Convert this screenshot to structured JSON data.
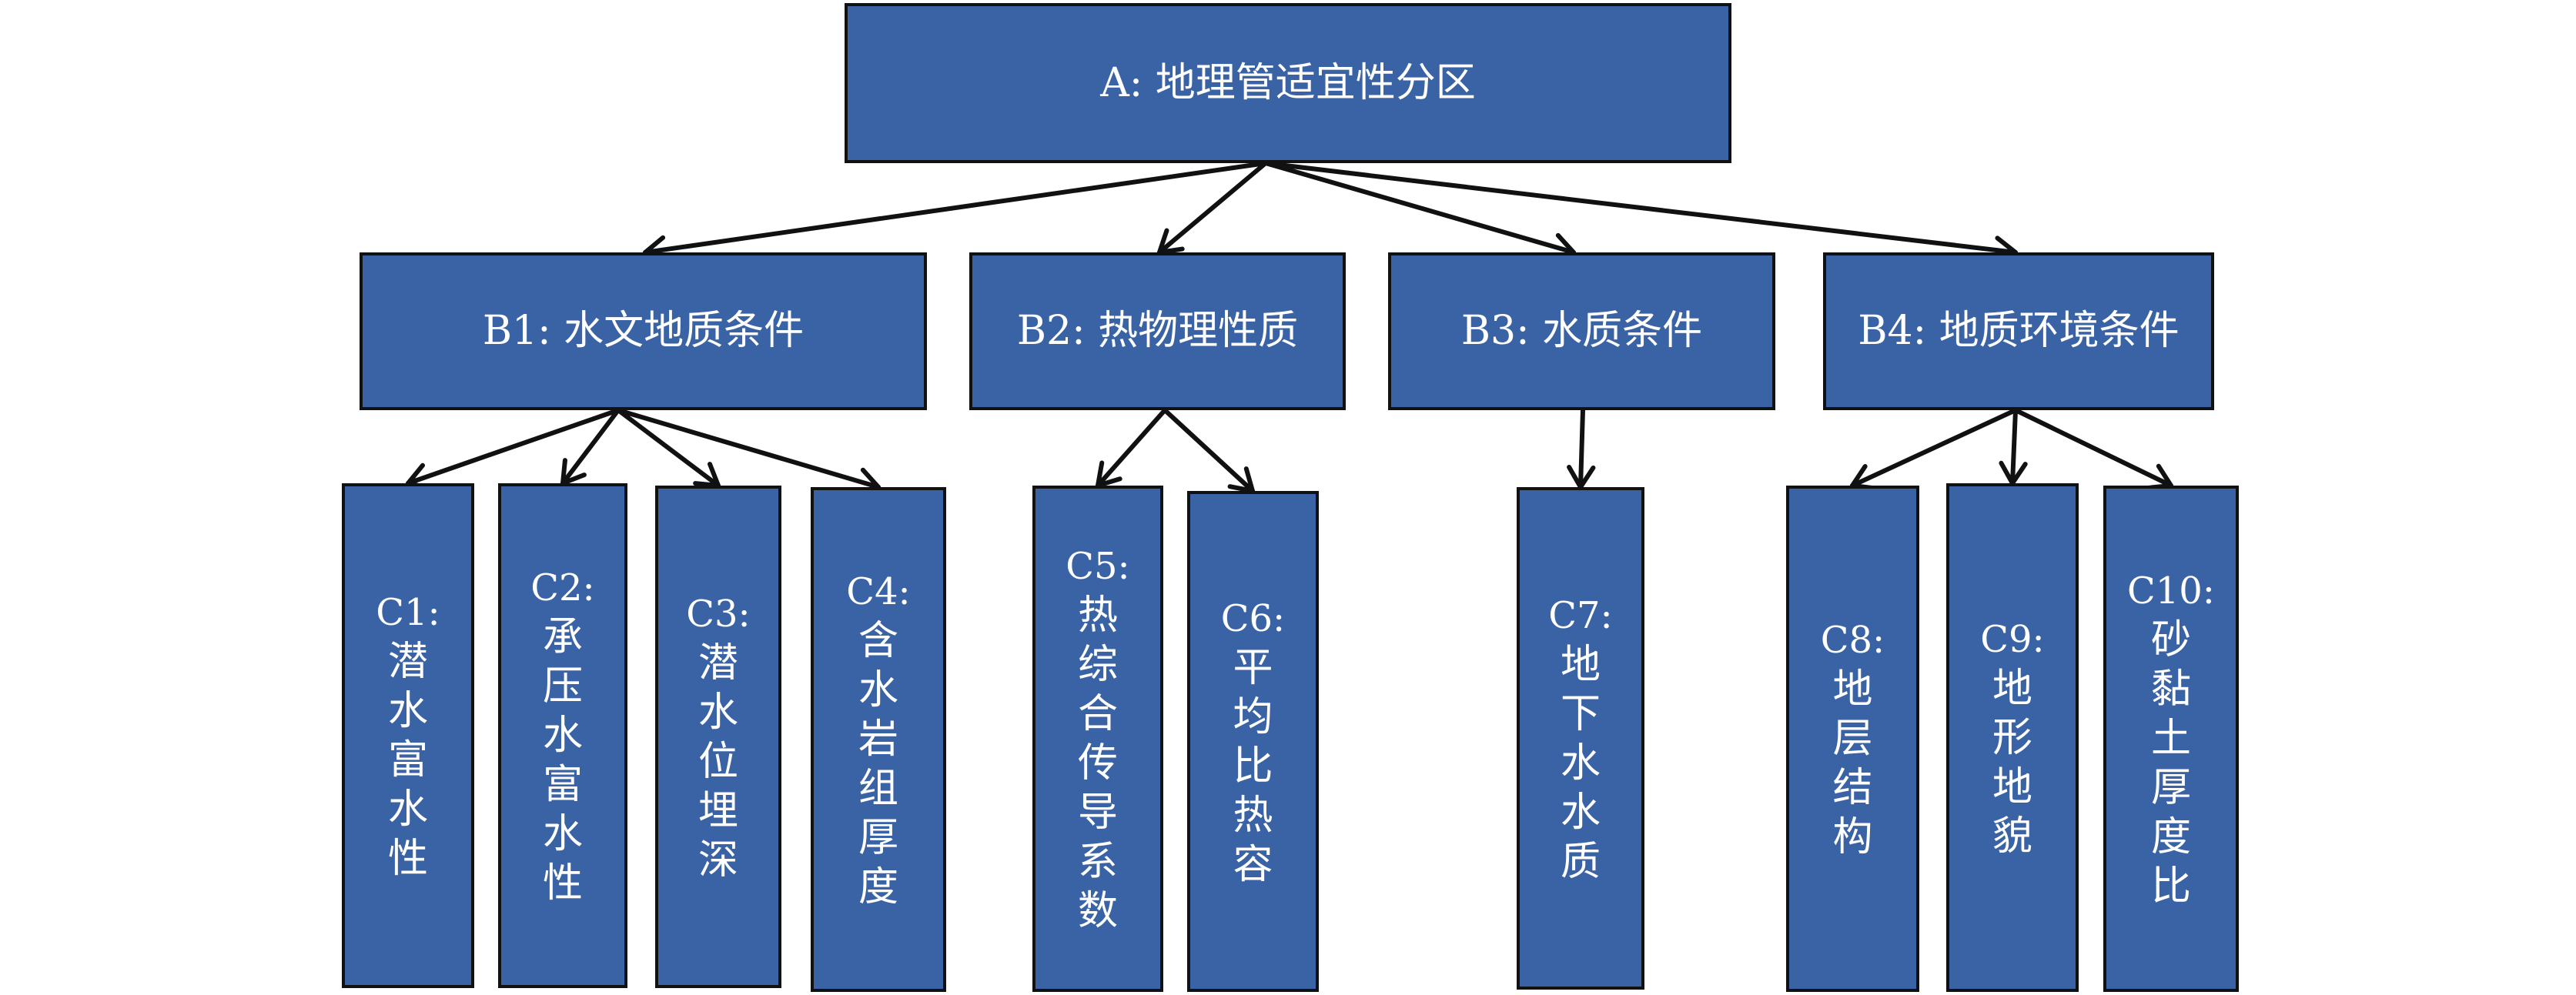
{
  "root": {
    "code": "A",
    "label": "A: 地理管适宜性分区"
  },
  "criteria": [
    {
      "code": "B1",
      "label": "B1: 水文地质条件"
    },
    {
      "code": "B2",
      "label": "B2: 热物理性质"
    },
    {
      "code": "B3",
      "label": "B3: 水质条件"
    },
    {
      "code": "B4",
      "label": "B4: 地质环境条件"
    }
  ],
  "indicators": [
    {
      "code": "C1:",
      "label": "潜水富水性",
      "parent": "B1"
    },
    {
      "code": "C2:",
      "label": "承压水富水性",
      "parent": "B1"
    },
    {
      "code": "C3:",
      "label": "潜水位埋深",
      "parent": "B1"
    },
    {
      "code": "C4:",
      "label": "含水岩组厚度",
      "parent": "B1"
    },
    {
      "code": "C5:",
      "label": "热综合传导系数",
      "parent": "B2"
    },
    {
      "code": "C6:",
      "label": "平均比热容",
      "parent": "B2"
    },
    {
      "code": "C7:",
      "label": "地下水水质",
      "parent": "B3"
    },
    {
      "code": "C8:",
      "label": "地层结构",
      "parent": "B4"
    },
    {
      "code": "C9:",
      "label": "地形地貌",
      "parent": "B4"
    },
    {
      "code": "C10:",
      "label": "砂黏土厚度比",
      "parent": "B4"
    }
  ],
  "colors": {
    "box_fill": "#3a63a5",
    "box_border": "#111111",
    "text": "#ffffff",
    "arrow": "#111111"
  }
}
